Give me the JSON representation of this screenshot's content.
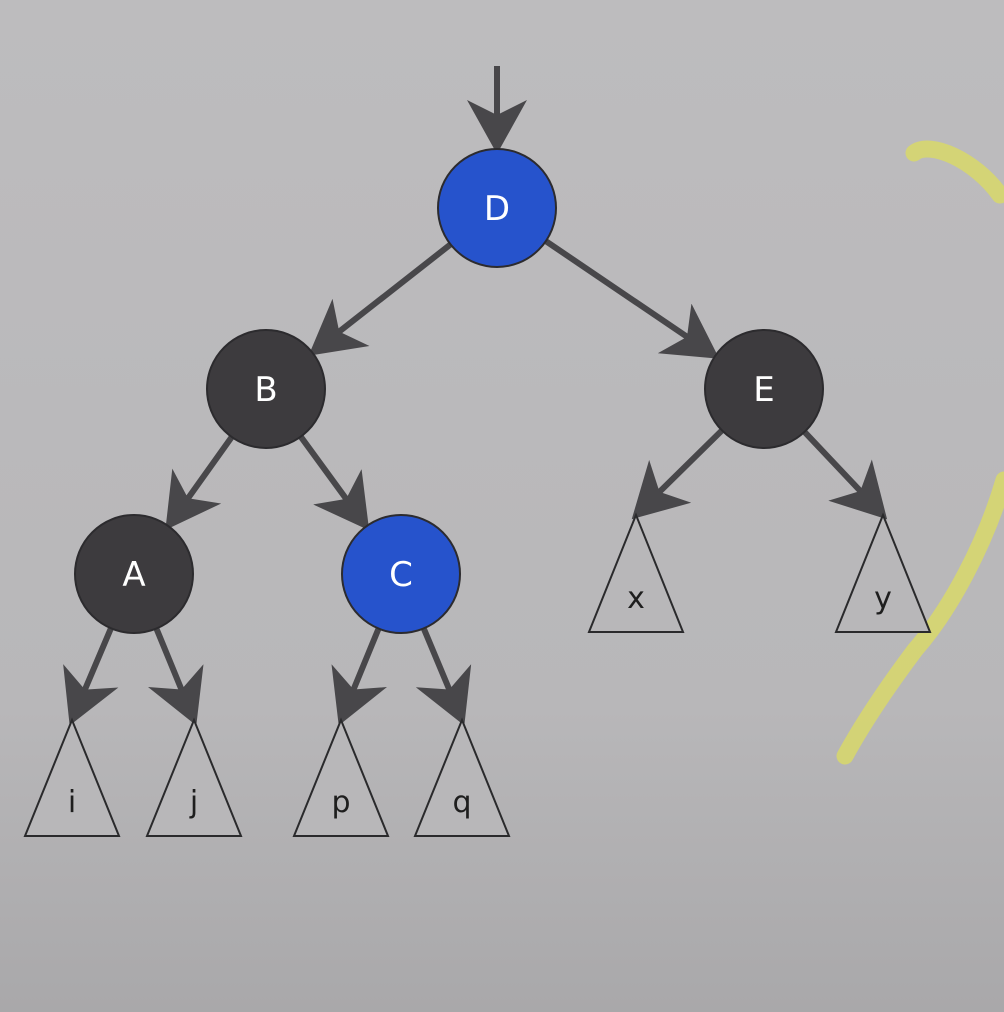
{
  "colors": {
    "black_node": "#3d3b3e",
    "red_node": "#2653cc",
    "edge": "#48474a",
    "leaf_fill": "#b8b7b9",
    "annotation": "#d8d86a"
  },
  "nodes": [
    {
      "id": "D",
      "label": "D",
      "color": "red"
    },
    {
      "id": "B",
      "label": "B",
      "color": "black"
    },
    {
      "id": "E",
      "label": "E",
      "color": "black"
    },
    {
      "id": "A",
      "label": "A",
      "color": "black"
    },
    {
      "id": "C",
      "label": "C",
      "color": "red"
    }
  ],
  "leaves": [
    {
      "id": "i",
      "label": "i"
    },
    {
      "id": "j",
      "label": "j"
    },
    {
      "id": "p",
      "label": "p"
    },
    {
      "id": "q",
      "label": "q"
    },
    {
      "id": "x",
      "label": "x"
    },
    {
      "id": "y",
      "label": "y"
    }
  ],
  "edges": [
    {
      "from": "root",
      "to": "D"
    },
    {
      "from": "D",
      "to": "B"
    },
    {
      "from": "D",
      "to": "E"
    },
    {
      "from": "B",
      "to": "A"
    },
    {
      "from": "B",
      "to": "C"
    },
    {
      "from": "A",
      "to": "i"
    },
    {
      "from": "A",
      "to": "j"
    },
    {
      "from": "C",
      "to": "p"
    },
    {
      "from": "C",
      "to": "q"
    },
    {
      "from": "E",
      "to": "x"
    },
    {
      "from": "E",
      "to": "y"
    }
  ]
}
